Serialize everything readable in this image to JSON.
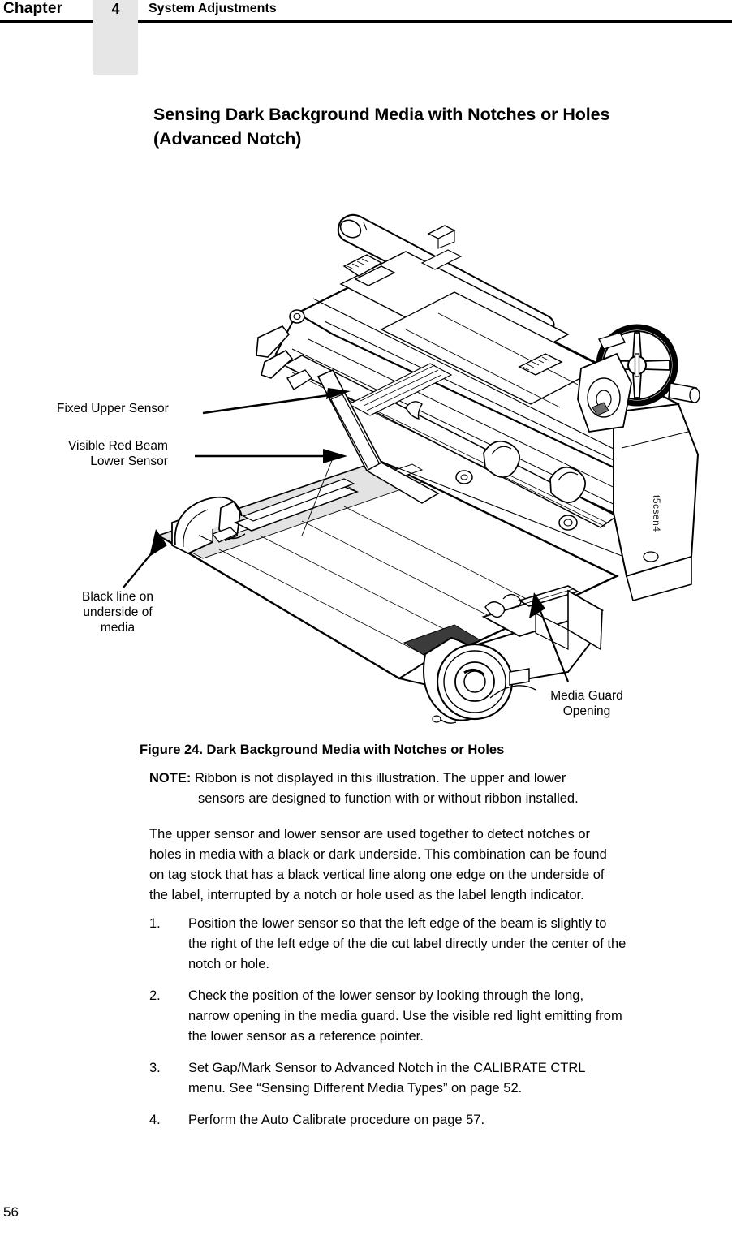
{
  "header": {
    "chapter_word": "Chapter",
    "chapter_number": "4",
    "section_title": "System Adjustments"
  },
  "heading": {
    "line1": "Sensing Dark Background Media with Notches or Holes",
    "line2": "(Advanced Notch)"
  },
  "figure": {
    "id_label": "t5csen4",
    "caption": "Figure 24. Dark Background Media with Notches or Holes",
    "callouts": {
      "fixed_upper_sensor": "Fixed Upper Sensor",
      "visible_red_beam_line1": "Visible Red Beam",
      "visible_red_beam_line2": "Lower Sensor",
      "black_line_line1": "Black line",
      "black_line_line2": "on underside",
      "black_line_line3": "of media",
      "media_guard_line1": "Media Guard",
      "media_guard_line2": "Opening"
    }
  },
  "note": {
    "label": "NOTE:",
    "line1": "Ribbon is not displayed in this illustration. The upper and lower",
    "line2": "sensors are designed to function with or without ribbon installed."
  },
  "body_paragraph": {
    "line1": "The upper sensor and lower sensor are used together to detect notches or",
    "line2": "holes in media with a black or dark underside. This combination can be found",
    "line3": "on tag stock that has a black vertical line along one edge on the underside of",
    "line4": "the label, interrupted by a notch or hole used as the label length indicator."
  },
  "steps": [
    {
      "number": "1.",
      "line1": "Position the lower sensor so that the left edge of the beam is slightly to",
      "line2": "the right of the left edge of the die cut label directly under the center of the",
      "line3": "notch or hole."
    },
    {
      "number": "2.",
      "line1": "Check the position of the lower sensor by looking through the long,",
      "line2": "narrow opening in the media guard. Use the visible red light emitting from",
      "line3": "the lower sensor as a reference pointer."
    },
    {
      "number": "3.",
      "line1": "Set Gap/Mark Sensor to Advanced Notch in the CALIBRATE CTRL",
      "line2": "menu. See “Sensing Different Media Types” on page 52.",
      "line3": ""
    },
    {
      "number": "4.",
      "line1": "Perform the Auto Calibrate procedure on page 57.",
      "line2": "",
      "line3": ""
    }
  ],
  "footer": {
    "page_number": "56"
  },
  "colors": {
    "chapter_tab": "#e6e6e6",
    "rule": "#000000",
    "media_highlight": "#e3e3e3",
    "media_black_line": "#3b3b3b",
    "text": "#000000"
  }
}
